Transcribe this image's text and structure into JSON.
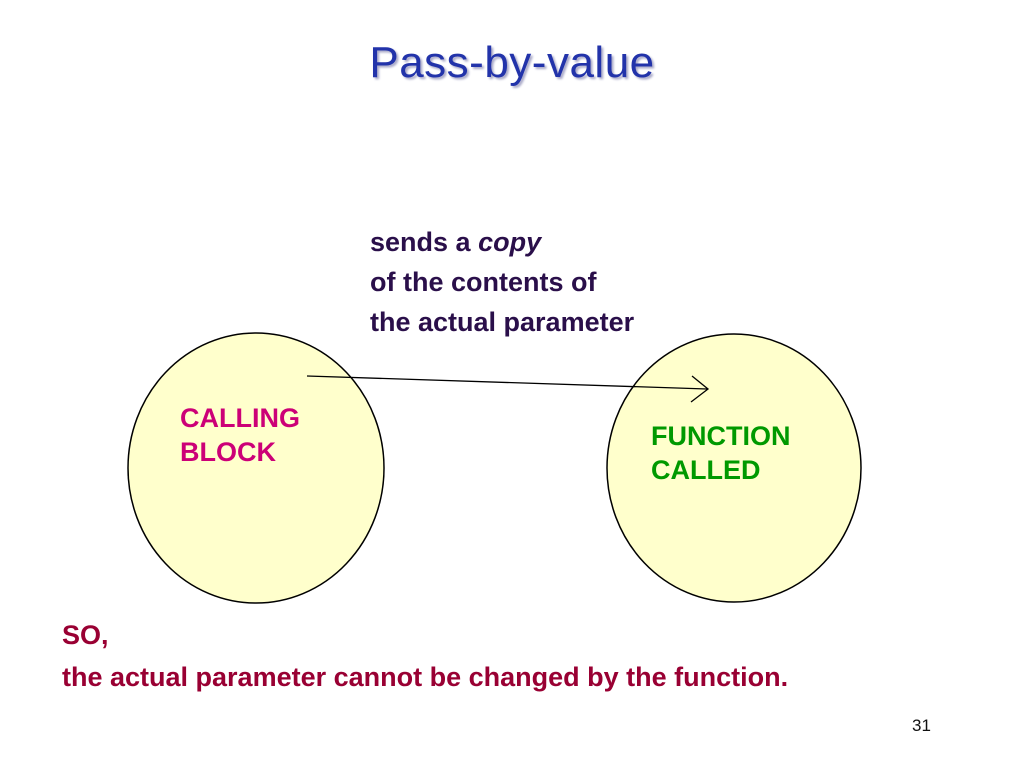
{
  "slide": {
    "title": "Pass-by-value",
    "annotation": {
      "line1_prefix": "sends a ",
      "line1_emphasis": "copy",
      "line2": "of the contents of",
      "line3": "the actual  parameter"
    },
    "calling_block": {
      "line1": "CALLING",
      "line2": "BLOCK"
    },
    "function_called": {
      "line1": "FUNCTION",
      "line2": "CALLED"
    },
    "conclusion": {
      "line1": "SO,",
      "line2": "the actual parameter cannot be changed by the function."
    },
    "page_number": "31"
  },
  "colors": {
    "title": "#2233aa",
    "annotation_text": "#2a0f4a",
    "circle_fill": "#ffffcc",
    "circle_stroke": "#000000",
    "calling_label": "#cc0077",
    "called_label": "#009900",
    "conclusion_text": "#990033",
    "arrow": "#000000"
  }
}
